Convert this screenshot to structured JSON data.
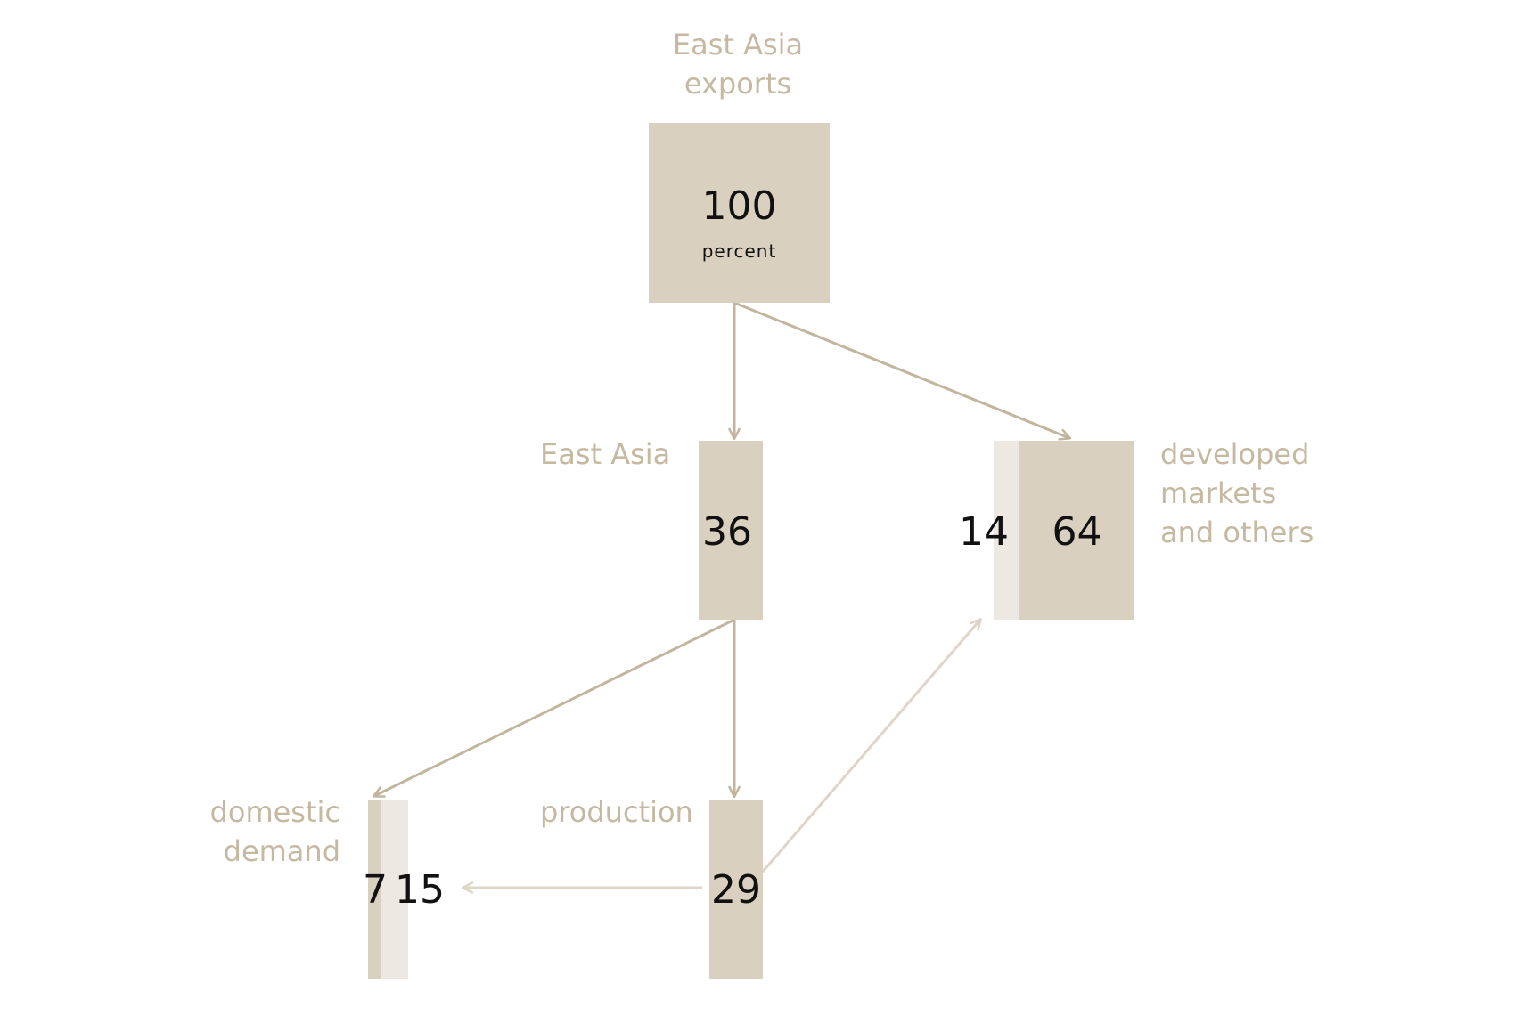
{
  "nodes": {
    "top": {
      "label_lines": [
        "East Asia",
        "exports"
      ],
      "value": "100",
      "unit": "percent"
    },
    "east_asia": {
      "label": "East Asia",
      "value": "36"
    },
    "developed": {
      "label_lines": [
        "developed",
        "markets",
        "and others"
      ],
      "value": "64",
      "secondary_value": "14"
    },
    "production": {
      "label": "production",
      "value": "29"
    },
    "domestic": {
      "label_lines": [
        "domestic",
        "demand"
      ],
      "value": "7",
      "secondary_value": "15"
    }
  },
  "colors": {
    "box_primary": "#d9d0c0",
    "box_secondary": "#ede8e1",
    "arrow_dark": "#c2b59d",
    "arrow_light": "#ded5c7",
    "label_text": "#c6b9a2",
    "value_text": "#111111"
  }
}
